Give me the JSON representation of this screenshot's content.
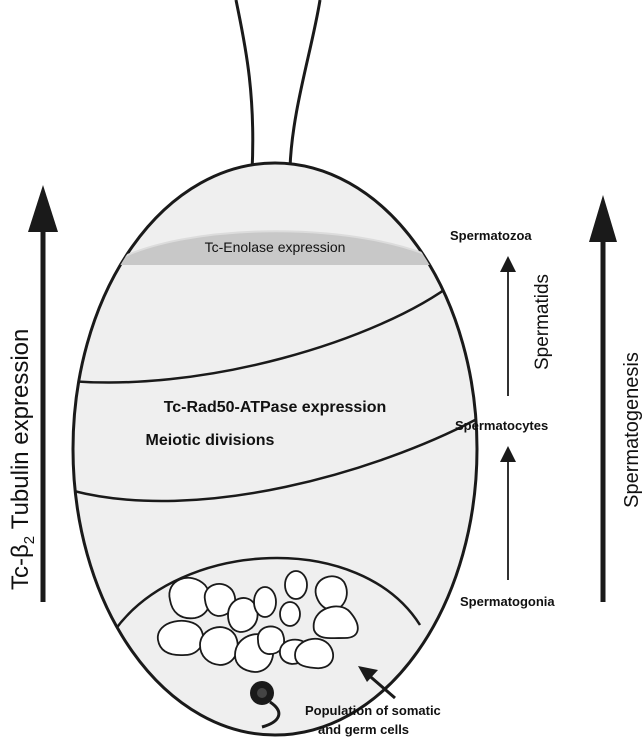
{
  "labels": {
    "enolase": "Tc-Enolase expression",
    "rad50": "Tc-Rad50-ATPase expression",
    "meiotic": "Meiotic divisions",
    "spermatozoa": "Spermatozoa",
    "spermatids": "Spermatids",
    "spermatocytes": "Spermatocytes",
    "spermatogonia": "Spermatogonia",
    "spermatogenesis": "Spermatogenesis",
    "population_line1": "Population of somatic",
    "population_line2": "and germ cells",
    "tubulin_prefix": "Tc-β",
    "tubulin_sub": "2",
    "tubulin_suffix": " Tubulin expression"
  },
  "colors": {
    "outline": "#1a1a1a",
    "cyst_fill": "#efefef",
    "enolase_band": "#c8c8c8",
    "cell_fill": "#ffffff"
  }
}
